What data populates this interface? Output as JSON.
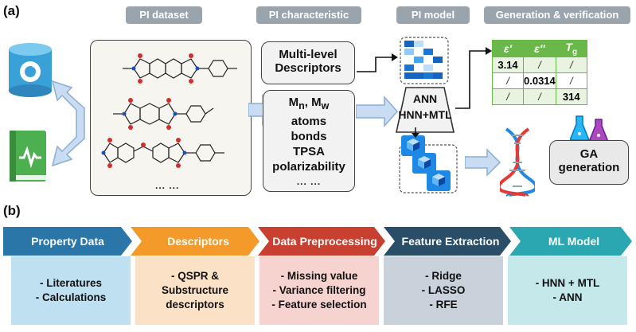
{
  "panel_a": {
    "label": "(a)",
    "headers": [
      "PI dataset",
      "PI characteristic",
      "PI model",
      "Generation & verification"
    ],
    "dataset_ellipsis": "... ...",
    "descriptors_box": [
      "Multi-level",
      "Descriptors"
    ],
    "characteristics": [
      "atoms",
      "bonds",
      "TPSA",
      "polarizability"
    ],
    "characteristics_ellipsis": "... ...",
    "mn_text": "M",
    "mn_sub": "n",
    "mw_text": "M",
    "mw_sub": "w",
    "model": [
      "ANN",
      "HNN+MTL"
    ],
    "table": {
      "headers": [
        "ε′",
        "ε″",
        "T"
      ],
      "tg_sub": "g",
      "rows": [
        [
          "3.14",
          "/",
          "/"
        ],
        [
          "/",
          "0.0314",
          "/"
        ],
        [
          "/",
          "/",
          "314"
        ]
      ]
    },
    "ga": [
      "GA",
      "generation"
    ]
  },
  "panel_b": {
    "label": "(b)",
    "stages": [
      {
        "title": "Property Data",
        "items": [
          "- Literatures",
          "- Calculations"
        ],
        "band_color": "#2b76a8",
        "card_color": "#bfe0f0"
      },
      {
        "title": "Descriptors",
        "items": [
          "- QSPR &",
          "Substructure",
          "descriptors"
        ],
        "band_color": "#f39a2a",
        "card_color": "#fbe1c5"
      },
      {
        "title": "Data Preprocessing",
        "items": [
          "- Missing value",
          "- Variance filtering",
          "- Feature selection"
        ],
        "band_color": "#c8402f",
        "card_color": "#f7d3cf"
      },
      {
        "title": "Feature Extraction",
        "items": [
          "- Ridge",
          "- LASSO",
          "- RFE"
        ],
        "band_color": "#2a4d68",
        "card_color": "#c9d2db"
      },
      {
        "title": "ML Model",
        "items": [
          "- HNN + MTL",
          "- ANN"
        ],
        "band_color": "#2aa7b0",
        "card_color": "#c5e8ea"
      }
    ]
  }
}
